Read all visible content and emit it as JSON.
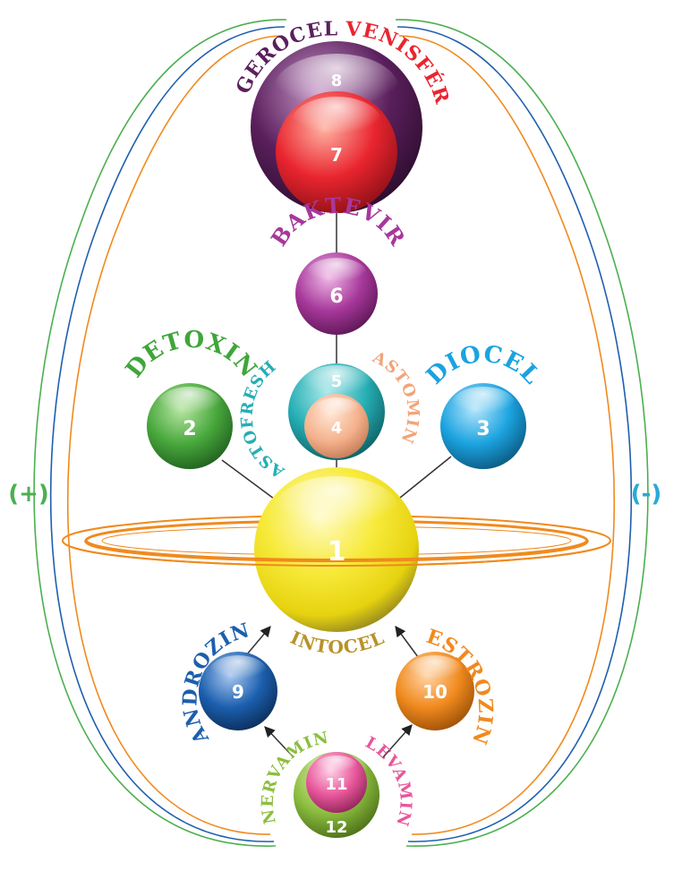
{
  "diagram": {
    "signs": {
      "plus": "(+)",
      "minus": "(-)"
    },
    "nodes": {
      "n1": {
        "number": "1",
        "name": "INTOCEL",
        "color": "#f5e614"
      },
      "n2": {
        "number": "2",
        "name": "DETOXIN",
        "color": "#3fa63a"
      },
      "n3": {
        "number": "3",
        "name": "DIOCEL",
        "color": "#1ba3e0"
      },
      "n4": {
        "number": "4",
        "name": "ASTOMIN",
        "color": "#f2a47a"
      },
      "n5": {
        "number": "5",
        "name": "ASTOFRESH",
        "color": "#25aeb4"
      },
      "n6": {
        "number": "6",
        "name": "BAKTEVIR",
        "color": "#a7389b"
      },
      "n7": {
        "number": "7",
        "name": "VENISFÉR",
        "color": "#e9252f"
      },
      "n8": {
        "number": "8",
        "name": "GEROCEL",
        "color": "#5a1f5c"
      },
      "n9": {
        "number": "9",
        "name": "ANDROZIN",
        "color": "#1c5fae"
      },
      "n10": {
        "number": "10",
        "name": "ESTROZIN",
        "color": "#f08a1e"
      },
      "n11": {
        "number": "11",
        "name": "LEVAMIN",
        "color": "#e8579b"
      },
      "n12": {
        "number": "12",
        "name": "NERVAMIN",
        "color": "#8cbe3f"
      }
    },
    "colors": {
      "plus_sign": "#4caf50",
      "minus_sign": "#29a8d9",
      "ring": "#f08a1e",
      "outer_green": "#4caf50",
      "outer_blue": "#1f5fae",
      "outer_orange": "#f08a1e",
      "intocel_label": "#b8922a",
      "connector": "#333333"
    }
  }
}
